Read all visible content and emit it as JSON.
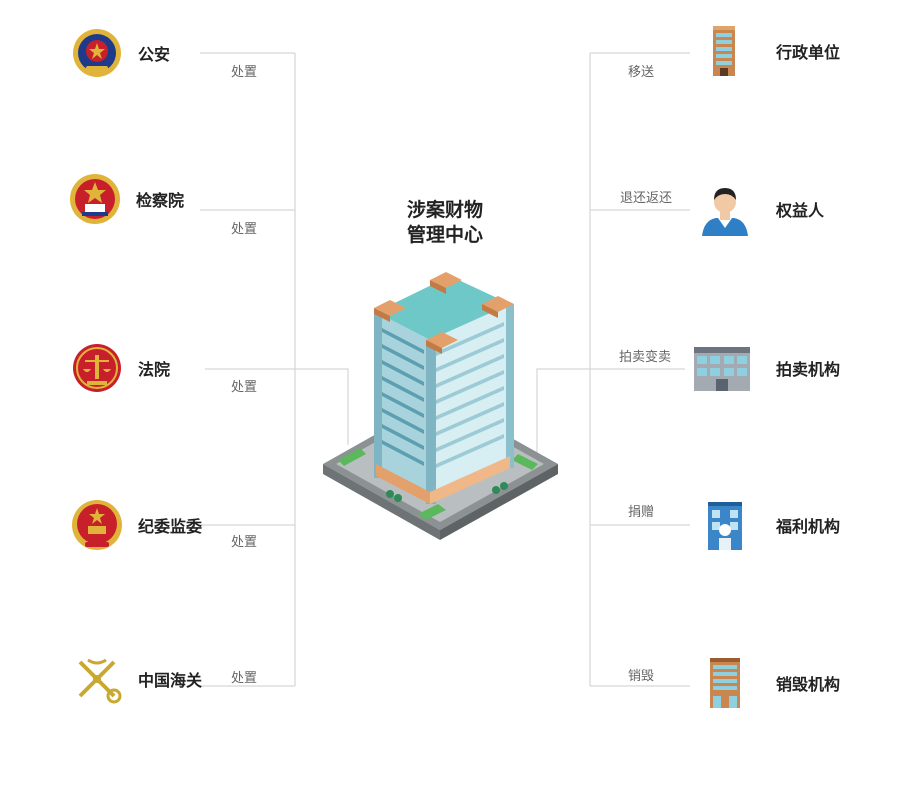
{
  "center": {
    "title_line1": "涉案财物",
    "title_line2": "管理中心",
    "icon": "building-icon"
  },
  "left": [
    {
      "label": "公安",
      "action": "处置",
      "icon": "police-emblem-icon"
    },
    {
      "label": "检察院",
      "action": "处置",
      "icon": "procuratorate-emblem-icon"
    },
    {
      "label": "法院",
      "action": "处置",
      "icon": "court-emblem-icon"
    },
    {
      "label": "纪委监委",
      "action": "处置",
      "icon": "national-emblem-icon"
    },
    {
      "label": "中国海关",
      "action": "处置",
      "icon": "customs-emblem-icon"
    }
  ],
  "right": [
    {
      "label": "行政单位",
      "action": "移送",
      "icon": "office-tower-icon"
    },
    {
      "label": "权益人",
      "action": "退还返还",
      "icon": "person-icon"
    },
    {
      "label": "拍卖机构",
      "action": "拍卖变卖",
      "icon": "auction-house-icon"
    },
    {
      "label": "福利机构",
      "action": "捐赠",
      "icon": "welfare-building-icon"
    },
    {
      "label": "销毁机构",
      "action": "销毁",
      "icon": "disposal-facility-icon"
    }
  ],
  "colors": {
    "emblem_red": "#c8202a",
    "emblem_gold": "#e0b43a",
    "building_teal": "#6fc8c8",
    "line": "#d6d6d6"
  }
}
